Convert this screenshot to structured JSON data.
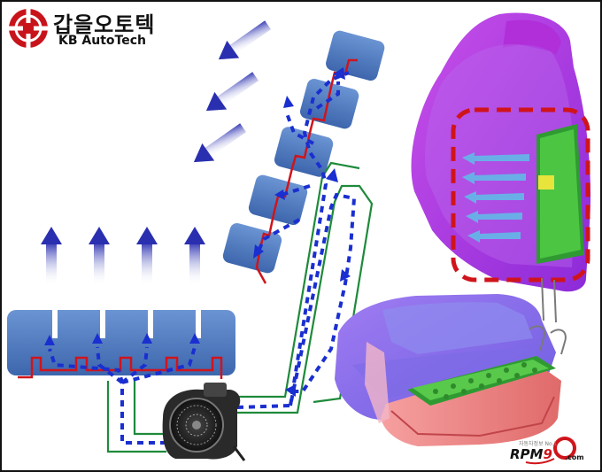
{
  "logo": {
    "korean": "갑을오토텍",
    "english": "KB AutoTech"
  },
  "watermark": {
    "small_text": "자동차정보 No.1",
    "brand_prefix": "RPM",
    "brand_digit": "9",
    "brand_suffix": ".com"
  },
  "colors": {
    "cell_blue": "#4a78bd",
    "flow_blue": "#1a2fd0",
    "duct_red": "#d0141b",
    "duct_green": "#1e8a3a",
    "seat_purple": "#c13ee8",
    "seat_pink": "#f08a8a",
    "heater_green": "#3fbd3a"
  }
}
